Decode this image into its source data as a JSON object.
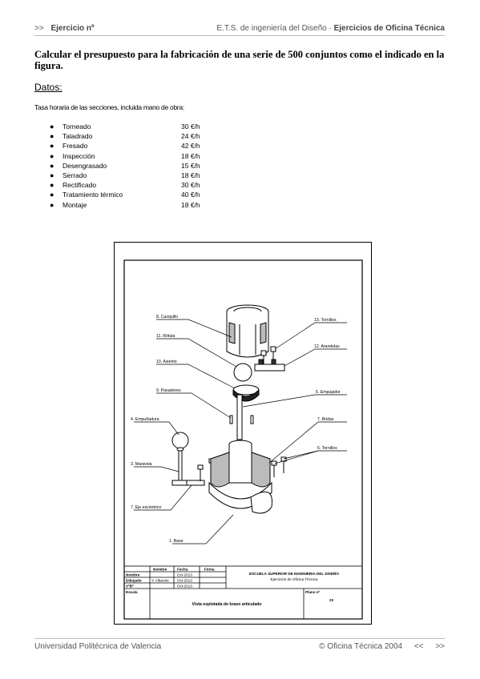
{
  "header": {
    "nav": ">>",
    "exercise": "Ejercicio nº",
    "school": "E.T.S. de ingeniería del Diseño · ",
    "course": "Ejercicios de Oficina Técnica"
  },
  "title": "Calcular el presupuesto para la fabricación de una  serie de 500 conjuntos como el indicado en la figura.",
  "datos_heading": "Datos:",
  "tasa_text": "Tasa horaria de las secciones, incluida mano de obra:",
  "rates": [
    {
      "name": "Torneado",
      "value": "30 €/h"
    },
    {
      "name": "Taladrado",
      "value": "24 €/h"
    },
    {
      "name": "Fresado",
      "value": "42 €/h"
    },
    {
      "name": "Inspección",
      "value": "18 €/h"
    },
    {
      "name": "Desengrasado",
      "value": "15 €/h"
    },
    {
      "name": "Serrado",
      "value": "18 €/h"
    },
    {
      "name": "Rectificado",
      "value": "30 €/h"
    },
    {
      "name": "Tratamiento térmico",
      "value": "40 €/h"
    },
    {
      "name": "Montaje",
      "value": "18 €/h"
    }
  ],
  "drawing": {
    "labels": {
      "casquillo": "8. Casquillo",
      "rotula": "11. Rótula",
      "asiento": "10. Asiento",
      "pasadores": "9. Pasadores",
      "empunadura": "4. Empuñadura",
      "manivela": "3. Manivela",
      "eje": "7. Eje excéntrico",
      "base": "1. Base",
      "tornillos13": "13. Tornillos",
      "arandelas": "12. Arandelas",
      "empujador": "5. Empujador",
      "bridas": "7. Bridas",
      "tornillos6": "6. Tornillos"
    },
    "title_block": {
      "col_nombre": "Nombre",
      "col_fecha": "Fecha",
      "col_firma": "Firma",
      "row_nombre": "Nombre",
      "row_dibujado": "Dibujado",
      "row_vb": "VºBº",
      "dibujado_name": "Y. Albarole",
      "fecha1": "Oct-2013",
      "fecha2": "Oct-2013",
      "fecha3": "Oct-2013",
      "school": "ESCUELA SUPERIOR DE INGENIERIA DEL DISEÑO",
      "subtitle": "Ejercicios de Oficina Técnica",
      "escala": "Escala",
      "drawing_title": "Vista explotada de brazo articulado",
      "plano_label": "Plano nº",
      "plano_num": "23"
    }
  },
  "footer": {
    "university": "Universidad Politécnica de Valencia",
    "copyright": "© Oficina Técnica 2004",
    "prev": "<<",
    "next": ">>"
  }
}
